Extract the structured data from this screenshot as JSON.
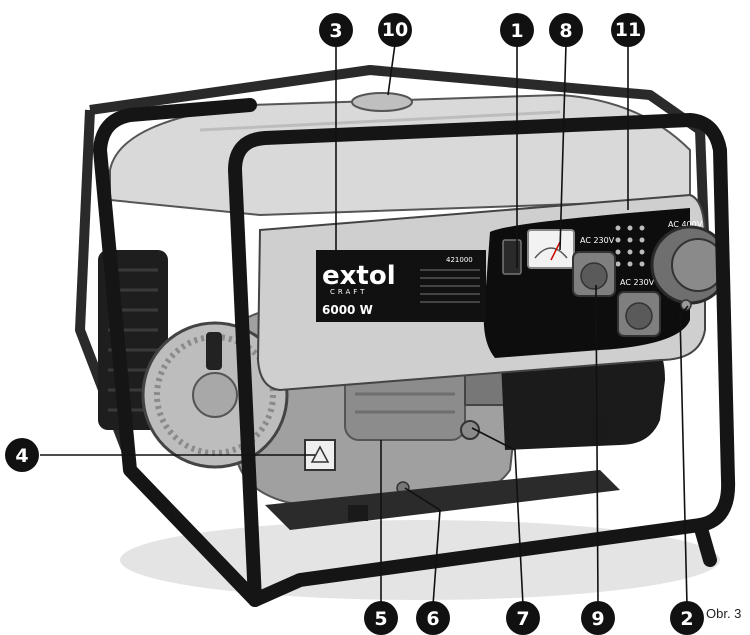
{
  "figure_label": "Obr. 3",
  "brand": {
    "logo_text": "extol",
    "logo_sub": "CRAFT",
    "power_label": "6000 W",
    "model_code": "421000"
  },
  "panel_labels": {
    "socket_ac_230v_upper": "AC 230V",
    "socket_ac_230v_lower": "AC 230V",
    "socket_ac_400v": "AC 400V"
  },
  "callouts": [
    {
      "id": "callout-1",
      "label": "1"
    },
    {
      "id": "callout-2",
      "label": "2"
    },
    {
      "id": "callout-3",
      "label": "3"
    },
    {
      "id": "callout-4",
      "label": "4"
    },
    {
      "id": "callout-5",
      "label": "5"
    },
    {
      "id": "callout-6",
      "label": "6"
    },
    {
      "id": "callout-7",
      "label": "7"
    },
    {
      "id": "callout-8",
      "label": "8"
    },
    {
      "id": "callout-9",
      "label": "9"
    },
    {
      "id": "callout-10",
      "label": "10"
    },
    {
      "id": "callout-11",
      "label": "11"
    }
  ],
  "colors": {
    "frame": "#1a1a1a",
    "tank": "#d9d9d9",
    "panel": "#0d0d0d",
    "engine": "#9a9a9a",
    "callout_fill": "#111111"
  }
}
